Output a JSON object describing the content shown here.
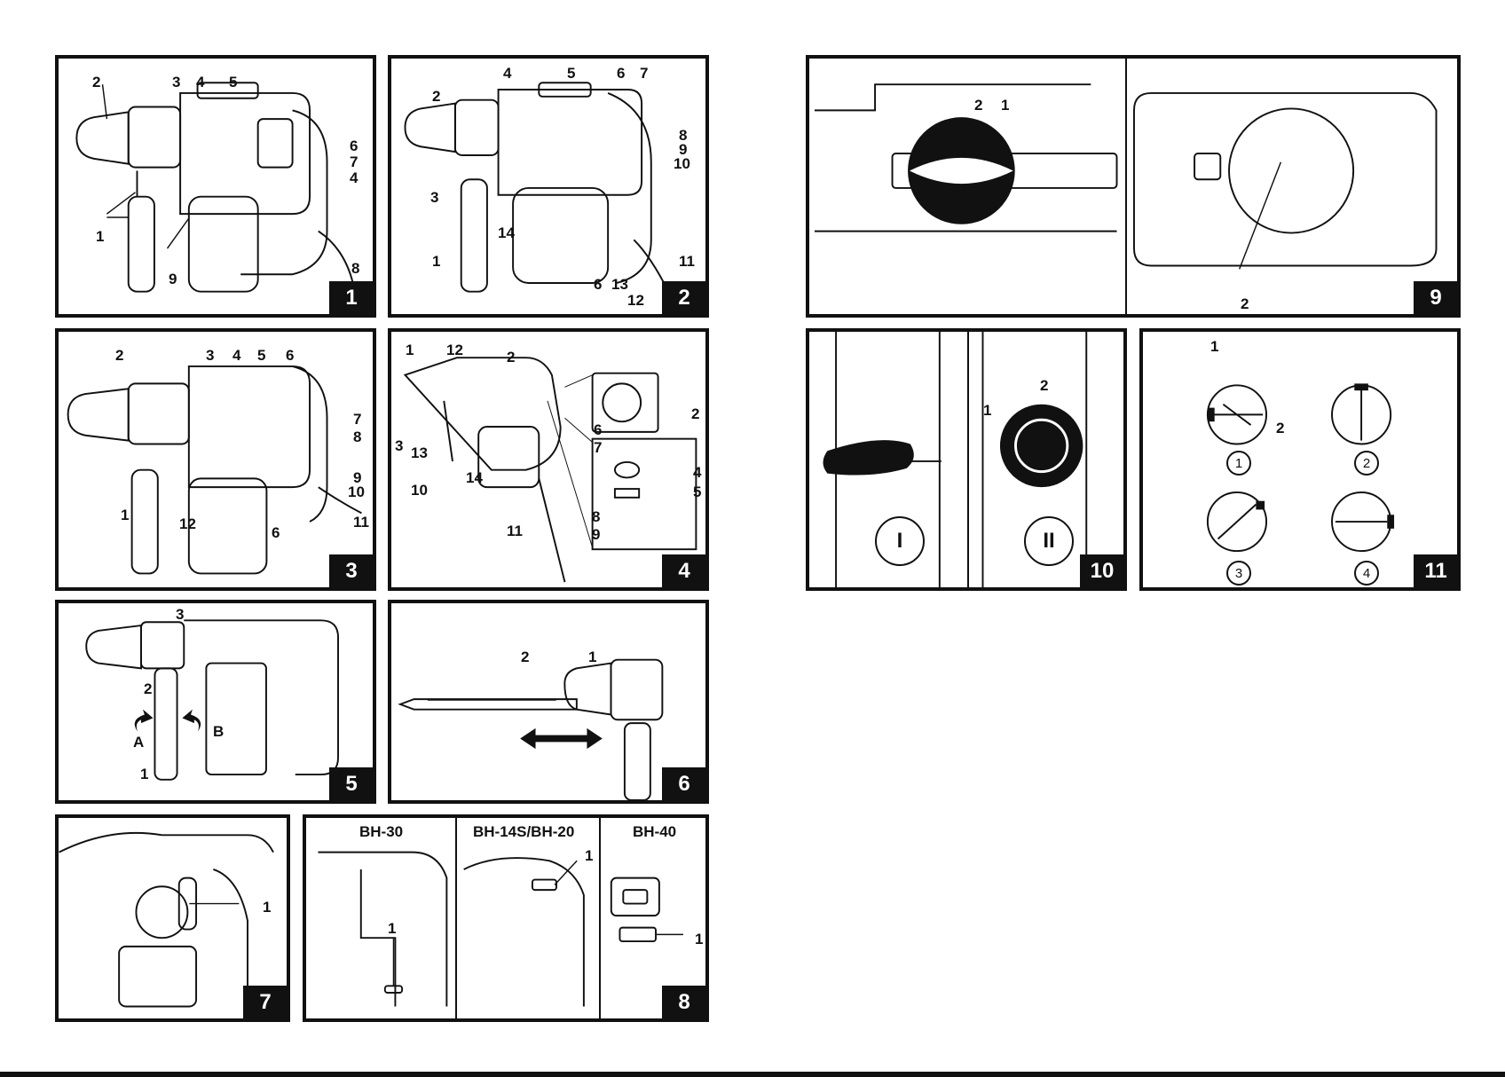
{
  "figures": [
    {
      "id": "fig1",
      "number": "1",
      "callouts": [
        "2",
        "3",
        "4",
        "5",
        "6",
        "7",
        "4",
        "1",
        "9",
        "8"
      ]
    },
    {
      "id": "fig2",
      "number": "2",
      "callouts": [
        "4",
        "5",
        "6",
        "7",
        "2",
        "8",
        "9",
        "10",
        "3",
        "14",
        "1",
        "6",
        "13",
        "12",
        "11"
      ]
    },
    {
      "id": "fig3",
      "number": "3",
      "callouts": [
        "2",
        "3",
        "4",
        "5",
        "6",
        "7",
        "8",
        "9",
        "10",
        "1",
        "12",
        "6",
        "11"
      ]
    },
    {
      "id": "fig4",
      "number": "4",
      "callouts": [
        "1",
        "12",
        "2",
        "2",
        "3",
        "13",
        "6",
        "7",
        "14",
        "10",
        "4",
        "5",
        "8",
        "9",
        "11"
      ]
    },
    {
      "id": "fig5",
      "number": "5",
      "callouts": [
        "3",
        "2",
        "A",
        "B",
        "1"
      ]
    },
    {
      "id": "fig6",
      "number": "6",
      "callouts": [
        "2",
        "1"
      ]
    },
    {
      "id": "fig7",
      "number": "7",
      "callouts": [
        "1"
      ]
    },
    {
      "id": "fig8",
      "number": "8",
      "models": [
        "BH-30",
        "BH-14S/BH-20",
        "BH-40"
      ],
      "callouts": [
        "1",
        "1",
        "1"
      ]
    },
    {
      "id": "fig9",
      "number": "9",
      "callouts": [
        "2",
        "1",
        "2"
      ]
    },
    {
      "id": "fig10",
      "number": "10",
      "callouts": [
        "2",
        "1"
      ],
      "modes": [
        "I",
        "II"
      ]
    },
    {
      "id": "fig11",
      "number": "11",
      "callouts": [
        "1",
        "2"
      ],
      "positions": [
        "1",
        "2",
        "3",
        "4"
      ]
    }
  ]
}
